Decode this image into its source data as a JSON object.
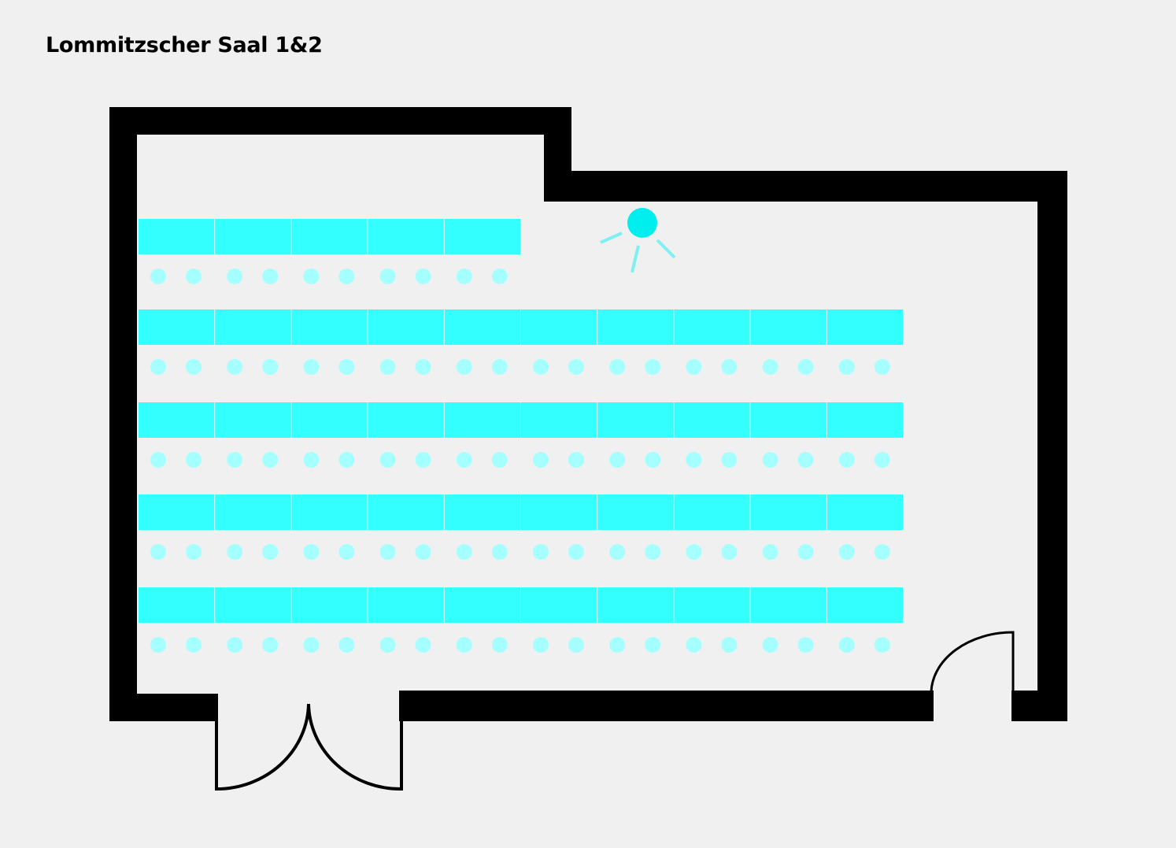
{
  "title": "Lommitzscher Saal 1&2",
  "colors": {
    "background": "#f0f0f0",
    "walls": "#000000",
    "tables": "#33ffff",
    "table_seams": "#7ff0f0",
    "chairs": "#a6ffff",
    "speaker": "#00eeee"
  },
  "layout": {
    "rows_of_tables": [
      5,
      10,
      10,
      10,
      10
    ],
    "chairs_per_table": 2,
    "doors": [
      "double-door-bottom-left",
      "single-door-bottom-right"
    ],
    "speaker_icon": "speaker-icon"
  }
}
